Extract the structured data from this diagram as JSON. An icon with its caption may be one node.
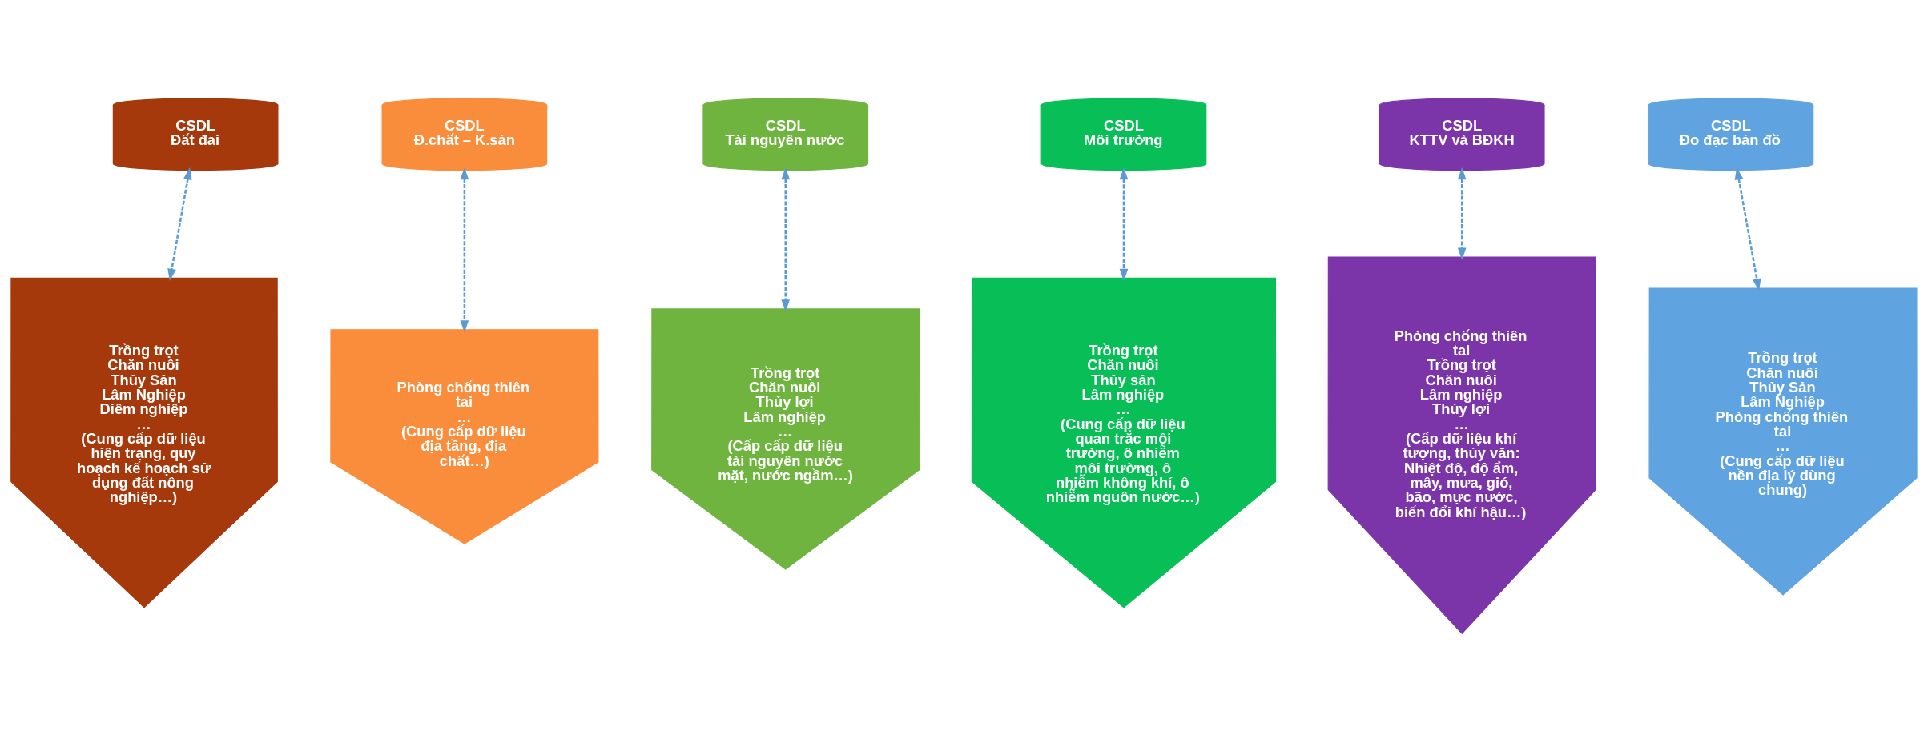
{
  "diagram": {
    "nodes": [
      {
        "text": [
          "CSDL",
          "Đất đai"
        ]
      },
      {
        "text": [
          "CSDL",
          "Đ.chất – K.sản"
        ]
      },
      {
        "text": [
          "CSDL",
          "Tài nguyên nước"
        ]
      },
      {
        "text": [
          "CSDL",
          "Môi trường"
        ]
      },
      {
        "text": [
          "CSDL",
          "KTTV và BĐKH"
        ]
      },
      {
        "text": [
          "CSDL",
          "Đo đạc bản đồ"
        ]
      },
      {
        "text": [
          "Trồng trọt",
          "Chăn nuôi",
          "Thủy Sản",
          "Lâm Nghiệp",
          "Diêm nghiệp",
          "…",
          "(Cung cấp dữ liệu hiện trạng, quy hoạch kế hoạch sử dụng đất nông nghiệp…)"
        ]
      },
      {
        "text": [
          "Phòng chống thiên tai",
          "…",
          "(Cung cấp dữ liệu địa tầng, địa chất…)"
        ]
      },
      {
        "text": [
          "Trồng trọt",
          "Chăn nuôi",
          "Thủy lợi",
          "Lâm nghiệp",
          "…",
          "(Cấp cấp dữ liệu tài nguyên nước mặt, nước ngầm…)"
        ]
      },
      {
        "text": [
          "Trồng trọt",
          "Chăn nuôi",
          "Thủy sản",
          "Lâm nghiệp",
          "…",
          "(Cung cấp dữ liệu quan trắc môi trường, ô nhiễm môi trường, ô nhiễm không khí, ô nhiễm nguôn nước…)"
        ]
      },
      {
        "text": [
          "Phòng chống thiên tai",
          "Trồng trọt",
          "Chăn nuôi",
          "Lâm nghiệp",
          "Thủy lợi",
          "…",
          "(Cấp dữ liệu khí tượng, thủy văn: Nhiệt độ, độ ẩm, mây, mưa, gió, bão, mực nước, biến đổi khí hậu…)"
        ]
      },
      {
        "text": [
          "Trồng trọt",
          "Chăn nuôi",
          "Thủy Sản",
          "Lâm Nghiệp",
          "Phòng chống thiên tai",
          "…",
          "(Cung cấp dữ liệu nền địa lý dùng chung)"
        ]
      }
    ],
    "edges": [
      {
        "from": 0,
        "to": 6,
        "arrow": "both",
        "style": "dashed"
      },
      {
        "from": 1,
        "to": 7,
        "arrow": "both",
        "style": "dashed"
      },
      {
        "from": 2,
        "to": 8,
        "arrow": "both",
        "style": "dashed"
      },
      {
        "from": 3,
        "to": 9,
        "arrow": "both",
        "style": "dashed"
      },
      {
        "from": 4,
        "to": 10,
        "arrow": "both",
        "style": "dashed"
      },
      {
        "from": 5,
        "to": 11,
        "arrow": "both",
        "style": "dashed"
      }
    ]
  }
}
